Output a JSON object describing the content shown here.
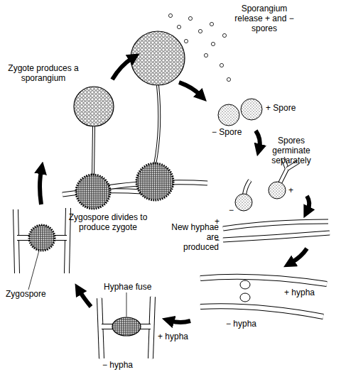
{
  "diagram": {
    "labels": [
      "Sporangium release + and − spores",
      "+ Spore",
      "− Spore",
      "Spores germinate separately",
      "+",
      "−",
      "New hyphae are produced",
      "+",
      "−",
      "+ hypha",
      "− hypha",
      "Hyphae fuse",
      "+ hypha",
      "− hypha",
      "Zygospore",
      "Zygospore divides to produce zygote",
      "Zygote produces a sporangium"
    ]
  }
}
